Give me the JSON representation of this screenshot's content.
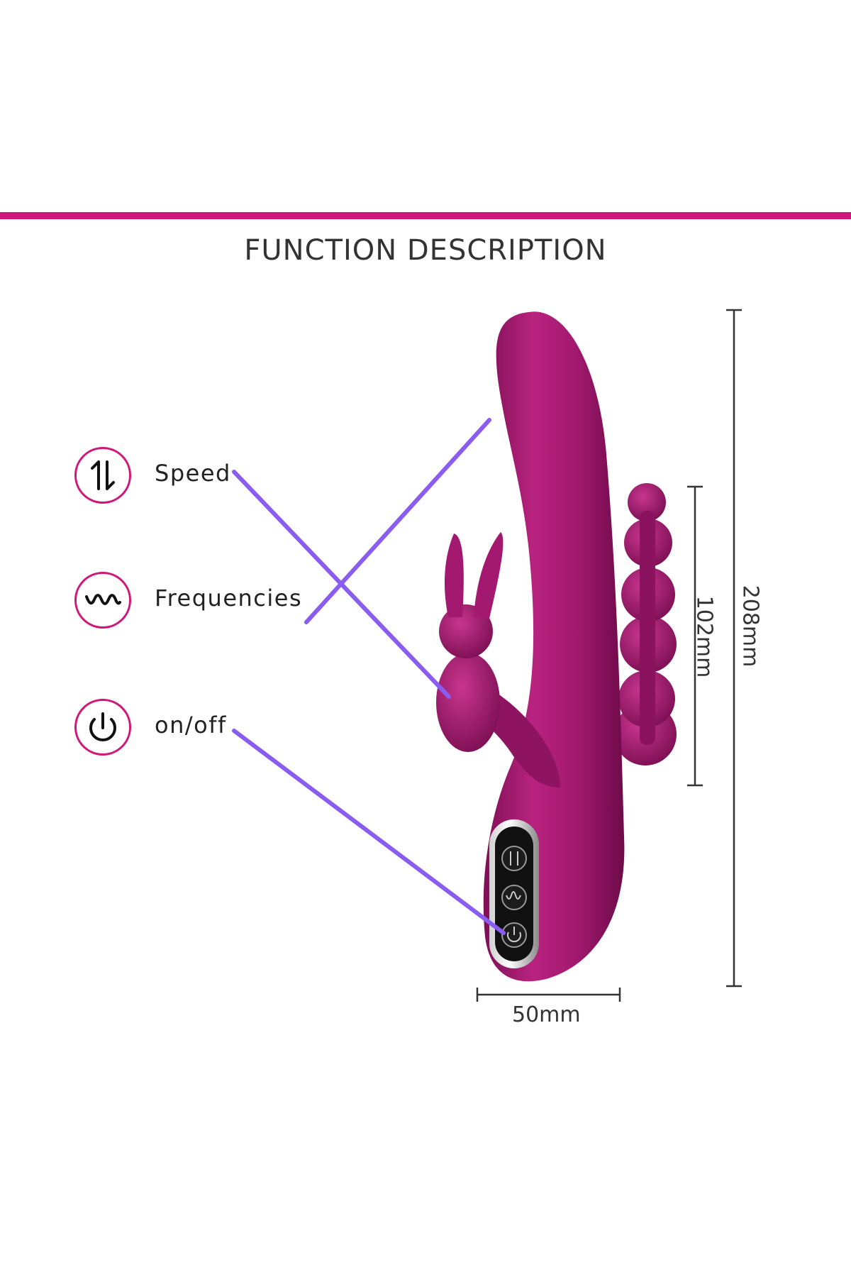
{
  "heading": "FUNCTION DESCRIPTION",
  "functions": [
    {
      "label": "Speed",
      "icon": "speed-arrows-icon"
    },
    {
      "label": "Frequencies",
      "icon": "wave-icon"
    },
    {
      "label": "on/off",
      "icon": "power-icon"
    }
  ],
  "dimensions": {
    "total_length": "208mm",
    "insert_length": "102mm",
    "width": "50mm"
  },
  "colors": {
    "accent": "#d0177a",
    "product": "#a3196f",
    "leader_line": "#8a5cf0"
  }
}
